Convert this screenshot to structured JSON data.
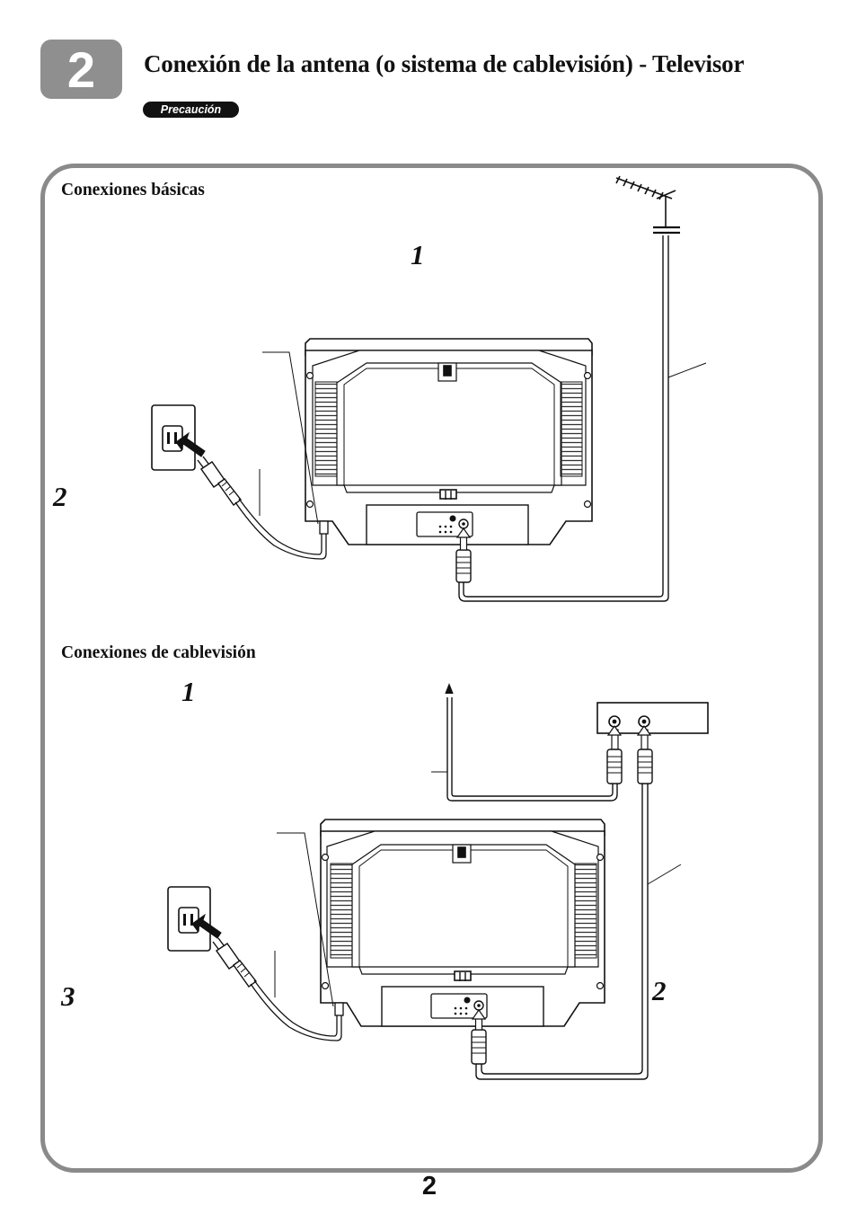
{
  "header": {
    "step_badge": "2",
    "title": "Conexión de la antena (o sistema de cablevisión) - Televisor",
    "caution_badge": "Precaución"
  },
  "basic_section": {
    "label": "Conexiones básicas",
    "step_1": "1",
    "step_2": "2"
  },
  "cable_section": {
    "label": "Conexiones de cablevisión",
    "step_1": "1",
    "step_2": "2",
    "step_3": "3"
  },
  "page_number": "2"
}
